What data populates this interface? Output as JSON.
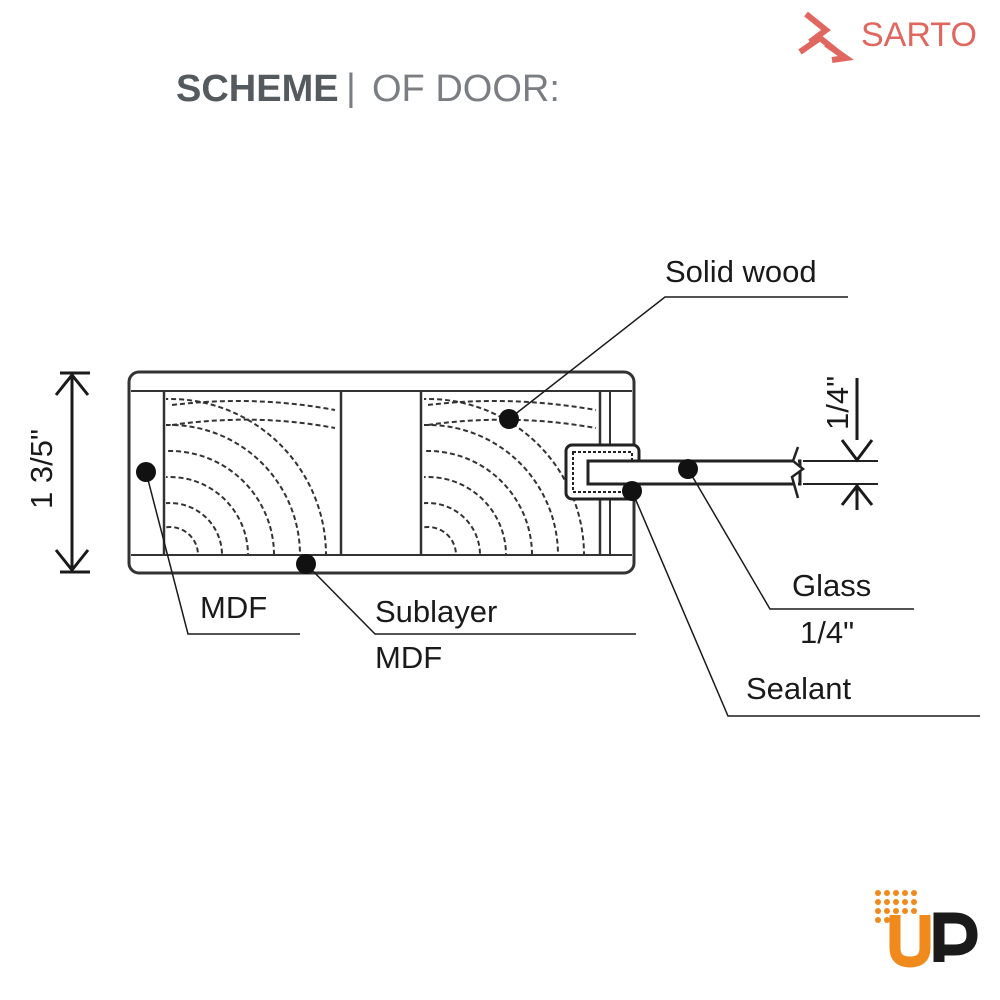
{
  "brand": {
    "name": "SARTO",
    "color": "#e0675f"
  },
  "title": {
    "bold": "SCHEME",
    "separator": "|",
    "light": "OF DOOR:"
  },
  "dimensions": {
    "thickness": "1 3/5\"",
    "glass_thickness": "1/4\""
  },
  "labels": {
    "solid_wood": "Solid wood",
    "mdf": "MDF",
    "sublayer_line1": "Sublayer",
    "sublayer_line2": "MDF",
    "glass_line1": "Glass",
    "glass_line2": "1/4\"",
    "sealant": "Sealant"
  },
  "watermark": {
    "letters": "UP",
    "colors": {
      "orange": "#f08a1c",
      "dark": "#1a1a1a"
    }
  }
}
